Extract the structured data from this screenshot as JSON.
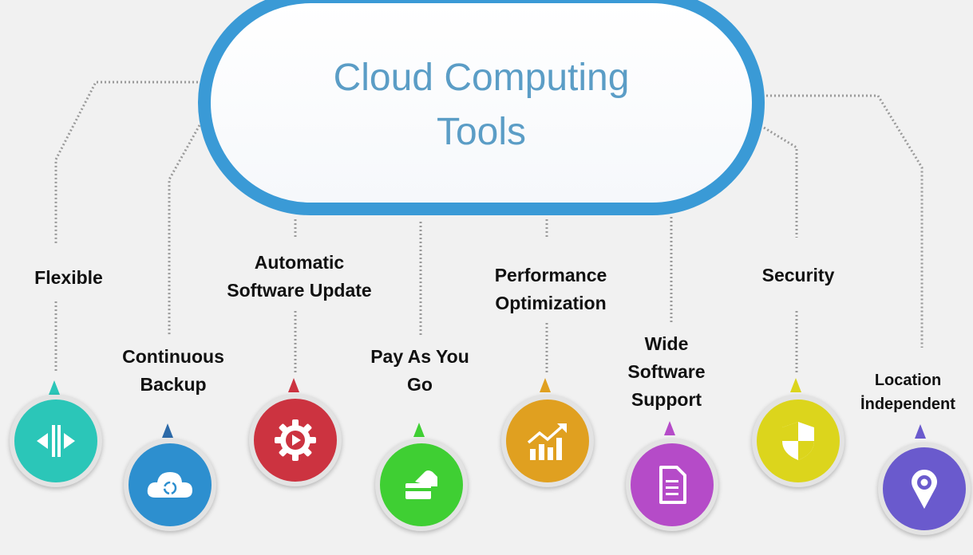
{
  "title": "Cloud Computing\nTools",
  "tools": [
    {
      "label": "Flexible",
      "icon": "resize-arrows-icon",
      "color": "#2bc6b8"
    },
    {
      "label": "Continuous\nBackup",
      "icon": "cloud-sync-icon",
      "color": "#2d8fcf"
    },
    {
      "label": "Automatic\nSoftware Update",
      "icon": "gear-play-icon",
      "color": "#cc3340"
    },
    {
      "label": "Pay As You\nGo",
      "icon": "payment-card-icon",
      "color": "#3fcf33"
    },
    {
      "label": "Performance\nOptimization",
      "icon": "growth-chart-icon",
      "color": "#e0a020"
    },
    {
      "label": "Wide\nSoftware\nSupport",
      "icon": "document-icon",
      "color": "#b54bc8"
    },
    {
      "label": "Security",
      "icon": "shield-icon",
      "color": "#dcd51c"
    },
    {
      "label": "Location\nİndependent",
      "icon": "location-pin-icon",
      "color": "#6a5acd"
    }
  ]
}
